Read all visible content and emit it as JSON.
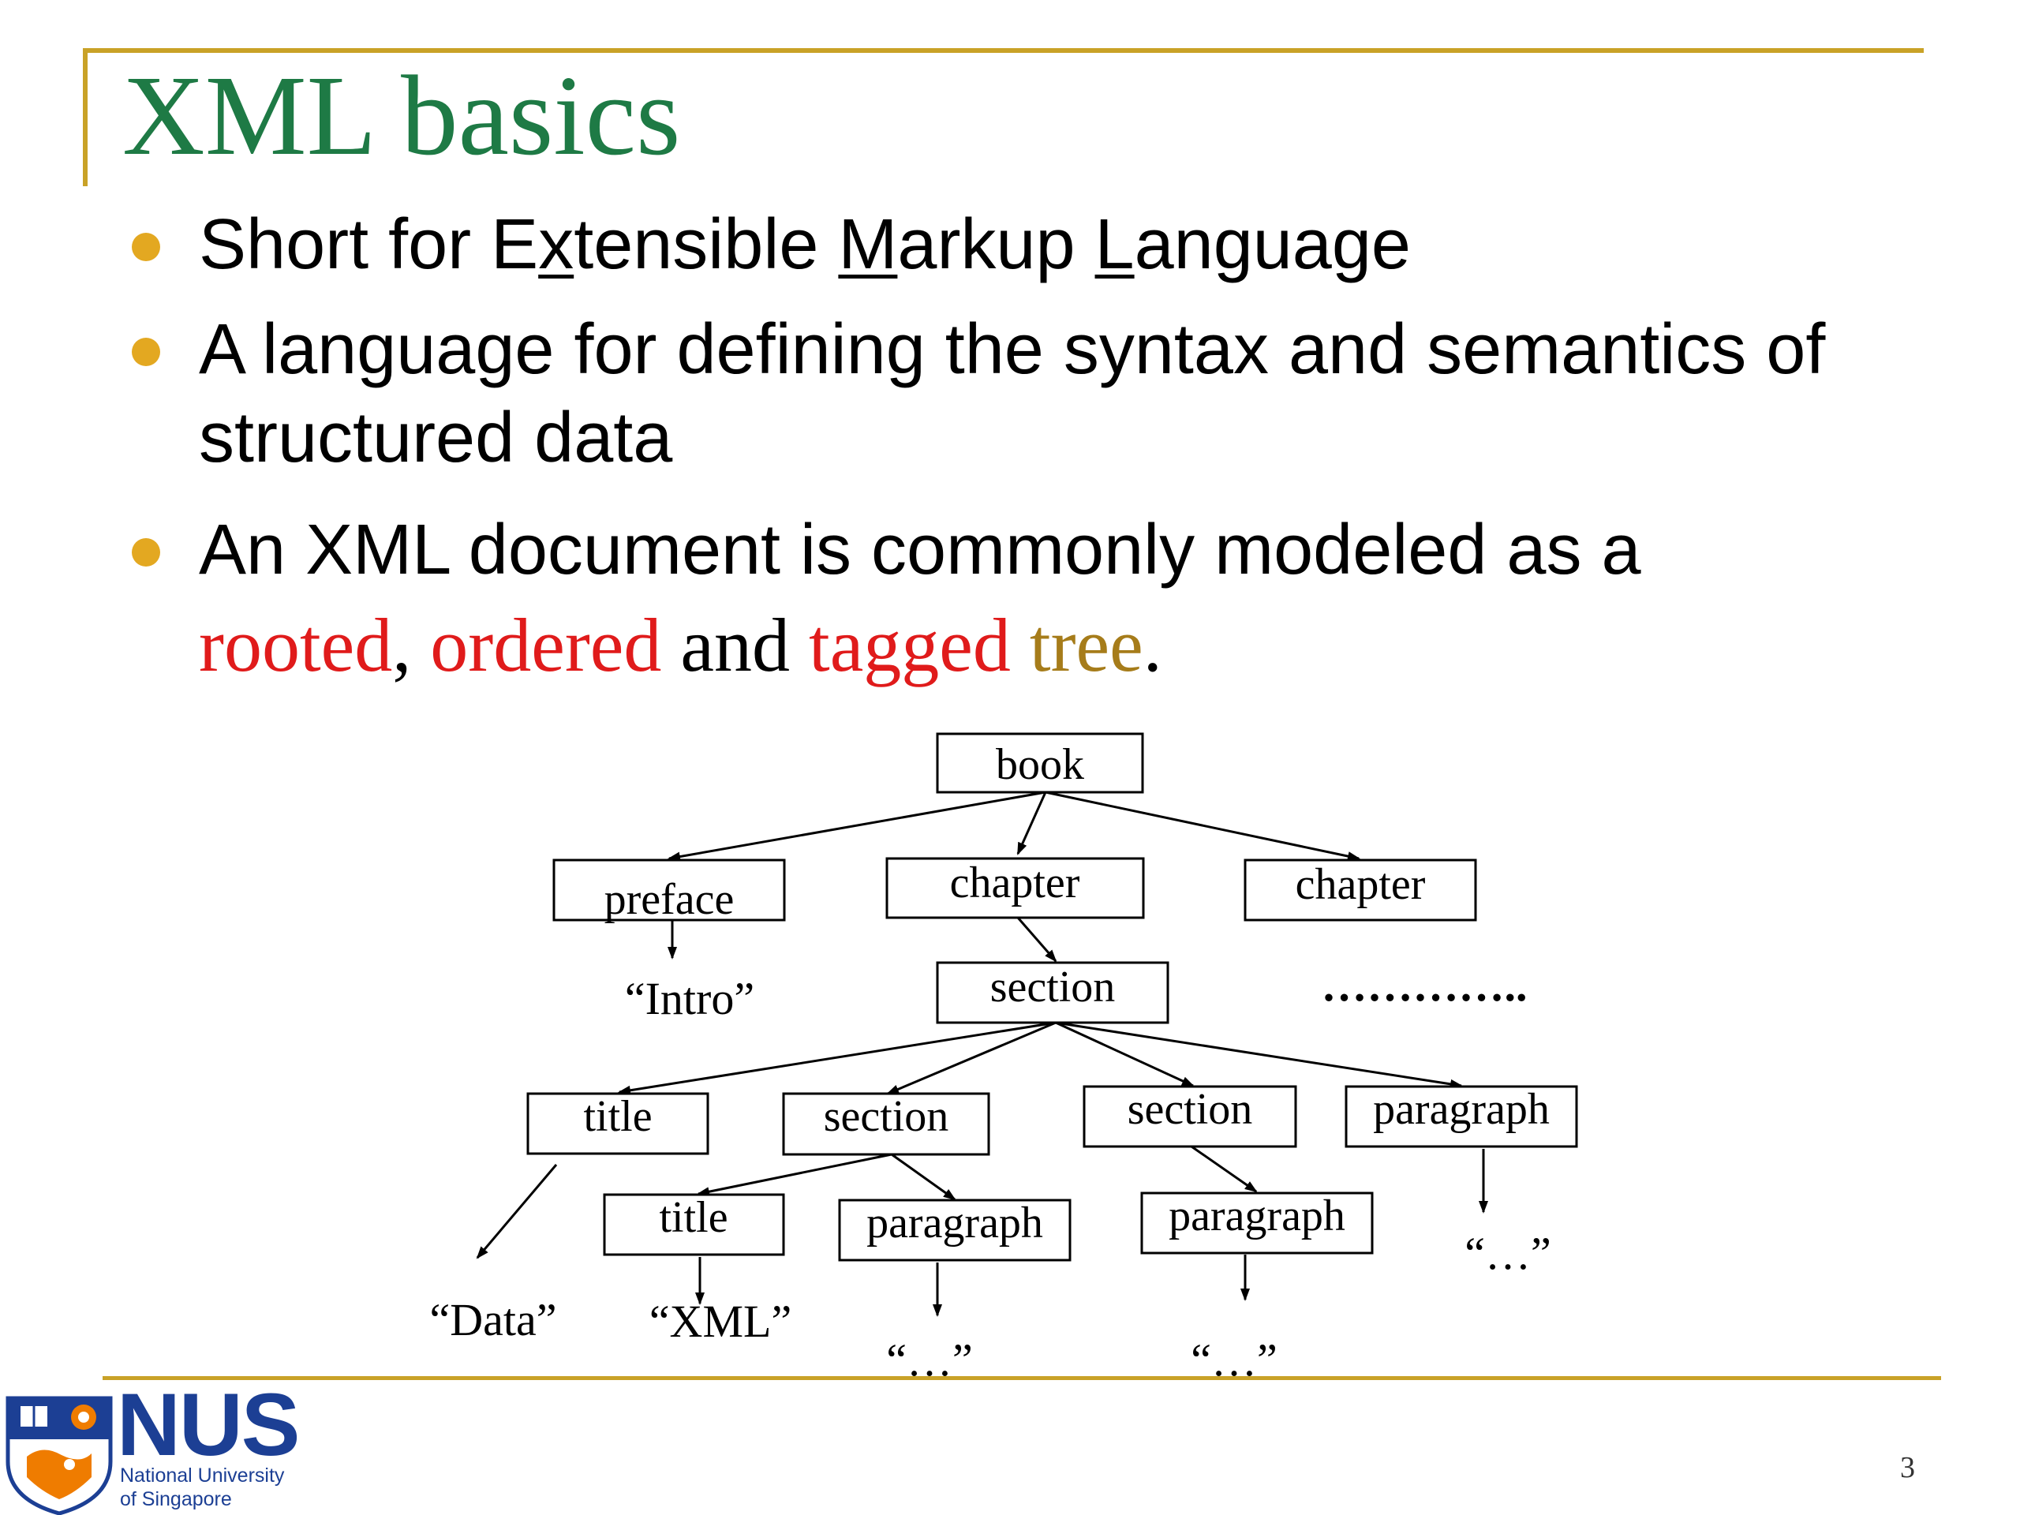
{
  "slide": {
    "title": "XML basics",
    "page_number": "3"
  },
  "bullets": [
    {
      "parts": [
        "Short for E",
        "x",
        "tensible ",
        "M",
        "arkup ",
        "L",
        "anguage"
      ]
    },
    {
      "line1": "A language for defining the syntax and semantics of",
      "line2": "structured data"
    },
    {
      "line1": "An XML document is commonly modeled as a",
      "w_rooted": "rooted",
      "w_comma": ",",
      "w_ordered": "ordered",
      "w_and": "and",
      "w_tagged": "tagged",
      "w_tree": "tree",
      "w_period": "."
    }
  ],
  "tree": {
    "nodes": {
      "book": "book",
      "preface": "preface",
      "chapter1": "chapter",
      "chapter2": "chapter",
      "section_main": "section",
      "title1": "title",
      "section_a": "section",
      "section_b": "section",
      "paragraph_top": "paragraph",
      "title2": "title",
      "paragraph_a": "paragraph",
      "paragraph_b": "paragraph"
    },
    "leaves": {
      "intro": "“Intro”",
      "data": "“Data”",
      "xml": "“XML”",
      "ellipsis_a": "“…”",
      "ellipsis_b": "“…”",
      "ellipsis_c": "“…”",
      "more": "………….."
    }
  },
  "logo": {
    "name": "NUS",
    "line1": "National University",
    "line2": "of Singapore"
  },
  "colors": {
    "title": "#1e7a45",
    "accent_rule": "#c9a227",
    "bullet": "#e3a821",
    "highlight_red": "#e01b1b",
    "highlight_gold": "#a67c1a",
    "logo_blue": "#1c3f94",
    "logo_orange": "#ef7c00"
  }
}
